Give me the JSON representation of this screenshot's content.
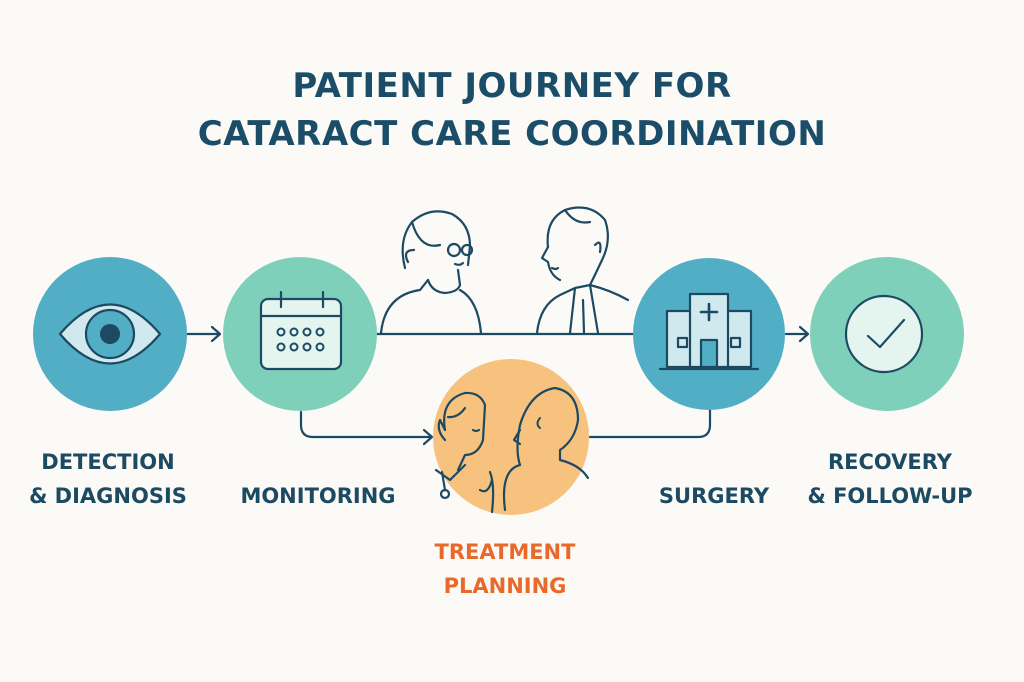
{
  "title": {
    "line1": "PATIENT JOURNEY FOR",
    "line2": "CATARACT CARE COORDINATION"
  },
  "steps": [
    {
      "id": "detection",
      "line1": "DETECTION",
      "line2": "& DIAGNOSIS",
      "icon": "eye-icon",
      "color": "#52aec4"
    },
    {
      "id": "monitoring",
      "line1": "MONITORING",
      "icon": "calendar-icon",
      "color": "#7fd0bb"
    },
    {
      "id": "treatment",
      "line1": "TREATMENT",
      "line2": "PLANNING",
      "icon": "doctor-patient-icon",
      "color": "#f7c27e"
    },
    {
      "id": "surgery",
      "line1": "SURGERY",
      "icon": "hospital-icon",
      "color": "#52aec4"
    },
    {
      "id": "recovery",
      "line1": "RECOVERY",
      "line2": "& FOLLOW-UP",
      "icon": "checkmark-icon",
      "color": "#7fd0bb"
    }
  ],
  "colors": {
    "ink": "#1d4a63",
    "accent": "#e8692a",
    "background": "#fbfaf6"
  }
}
